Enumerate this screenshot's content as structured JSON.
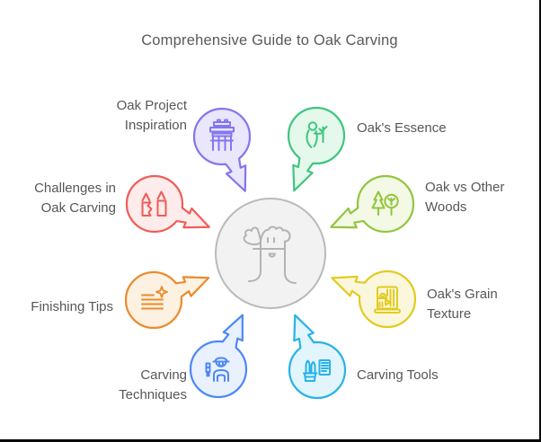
{
  "title": "Comprehensive Guide to Oak Carving",
  "theme": {
    "background": "#ffffff",
    "frame_border": "#0a0a0a",
    "title_color": "#58595b",
    "label_color": "#55575a"
  },
  "center": {
    "icon": "oak-tree-character",
    "fill": "#f2f2f3",
    "stroke": "#b9babc",
    "line_color": "#b2b3b5"
  },
  "nodes": [
    {
      "id": "oak-project-inspiration",
      "lines": [
        "Oak Project",
        "Inspiration"
      ],
      "icon": "workbench-structure",
      "color": "#8376ee",
      "fill": "#eae6fb"
    },
    {
      "id": "oaks-essence",
      "lines": [
        "Oak's Essence",
        ""
      ],
      "icon": "person-with-branch",
      "color": "#3fc57e",
      "fill": "#e4f8ec"
    },
    {
      "id": "challenges-in-oak-carving",
      "lines": [
        "Challenges in",
        "Oak Carving"
      ],
      "icon": "cracked-wood",
      "color": "#f15c57",
      "fill": "#fdeceb"
    },
    {
      "id": "oak-vs-other-woods",
      "lines": [
        "Oak vs Other",
        "Woods"
      ],
      "icon": "two-trees",
      "color": "#93c53e",
      "fill": "#f3f9e4"
    },
    {
      "id": "finishing-tips",
      "lines": [
        "Finishing Tips",
        ""
      ],
      "icon": "list-with-sparkle",
      "color": "#eb8b2c",
      "fill": "#fdf1e2"
    },
    {
      "id": "oaks-grain-texture",
      "lines": [
        "Oak's Grain",
        "Texture"
      ],
      "icon": "wood-grain-plank",
      "color": "#e2cb21",
      "fill": "#fbf7dc"
    },
    {
      "id": "carving-techniques",
      "lines": [
        "Carving",
        "Techniques"
      ],
      "icon": "carver-person",
      "color": "#4b88f7",
      "fill": "#e9f1fe"
    },
    {
      "id": "carving-tools",
      "lines": [
        "Carving Tools",
        ""
      ],
      "icon": "chisels-and-guide",
      "color": "#27b2e8",
      "fill": "#e2f5fc"
    }
  ]
}
